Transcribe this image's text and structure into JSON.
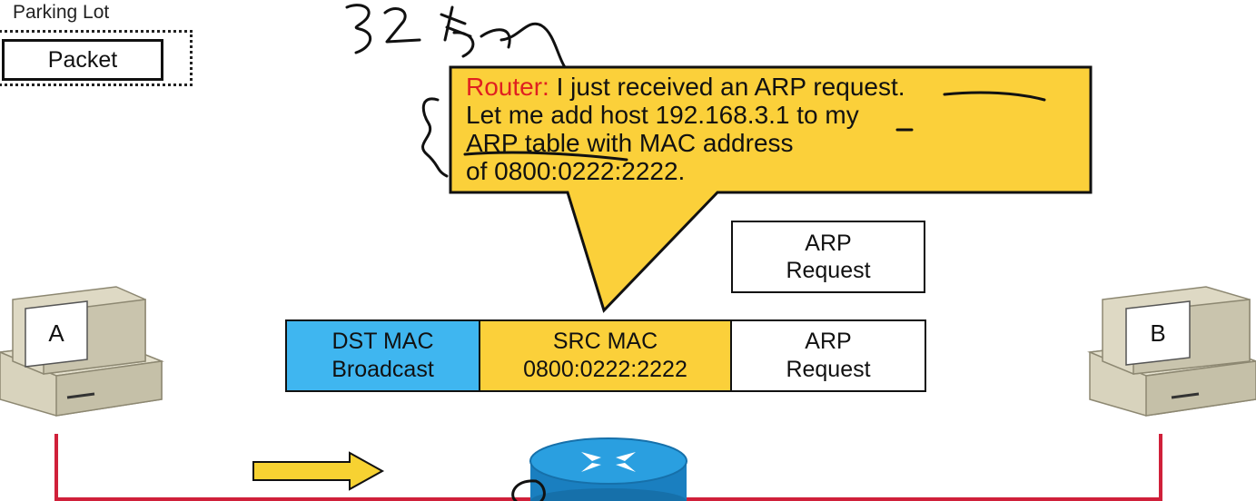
{
  "parking_lot": {
    "label": "Parking Lot",
    "packet_label": "Packet"
  },
  "callout": {
    "speaker": "Router:",
    "lines": [
      " I just received an ARP request.",
      "Let me add host 192.168.3.1 to my",
      "ARP table with MAC address",
      "of 0800:0222:2222."
    ],
    "handwriting": "32字节"
  },
  "arp_request_box": {
    "line1": "ARP",
    "line2": "Request"
  },
  "frame": {
    "dst": {
      "line1": "DST MAC",
      "line2": "Broadcast"
    },
    "src": {
      "line1": "SRC MAC",
      "line2": "0800:0222:2222"
    },
    "data": {
      "line1": "ARP",
      "line2": "Request"
    }
  },
  "hosts": {
    "a_label": "A",
    "b_label": "B"
  },
  "colors": {
    "callout_fill": "#fbd03a",
    "dst_fill": "#3fb6f0",
    "src_fill": "#fbd03a",
    "speaker": "#e02020",
    "link": "#d0203a",
    "router": "#1f8fd0",
    "arrow": "#f7d232"
  }
}
